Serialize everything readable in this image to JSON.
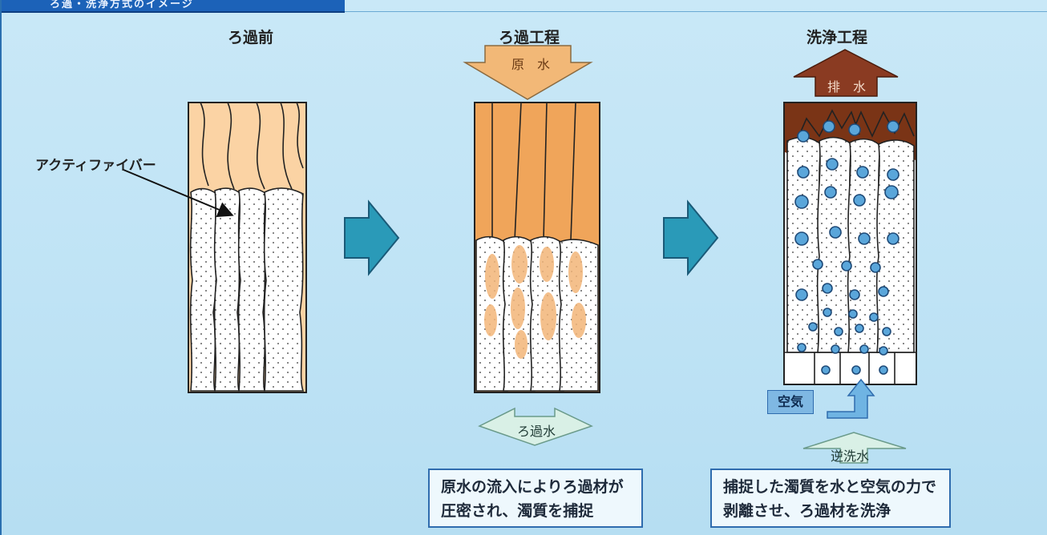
{
  "header": {
    "title": "ろ過・洗浄方式のイメージ"
  },
  "stages": [
    {
      "title": "ろ過前"
    },
    {
      "title": "ろ過工程"
    },
    {
      "title": "洗浄工程"
    }
  ],
  "labels": {
    "fiber": "アクティファイバー",
    "raw_water": "原　水",
    "filtered_water": "ろ過水",
    "drain": "排　水",
    "air": "空気",
    "backwash_water": "逆洗水"
  },
  "descriptions": {
    "filtration": [
      "原水の流入によりろ過材が",
      "圧密され、濁質を捕捉"
    ],
    "washing": [
      "捕捉した濁質を水と空気の力で",
      "剥離させ、ろ過材を洗浄"
    ]
  },
  "colors": {
    "flow_arrow": "#2a9ab8",
    "raw_water_arrow": "#f2b877",
    "drain_arrow": "#8a3b22",
    "filter_arrow": "#d9f0e6",
    "air_arrow": "#6fb4e3",
    "water_orange": "#f3b679",
    "sludge_brown": "#7a3416",
    "bubble_blue": "#5aa6da"
  }
}
